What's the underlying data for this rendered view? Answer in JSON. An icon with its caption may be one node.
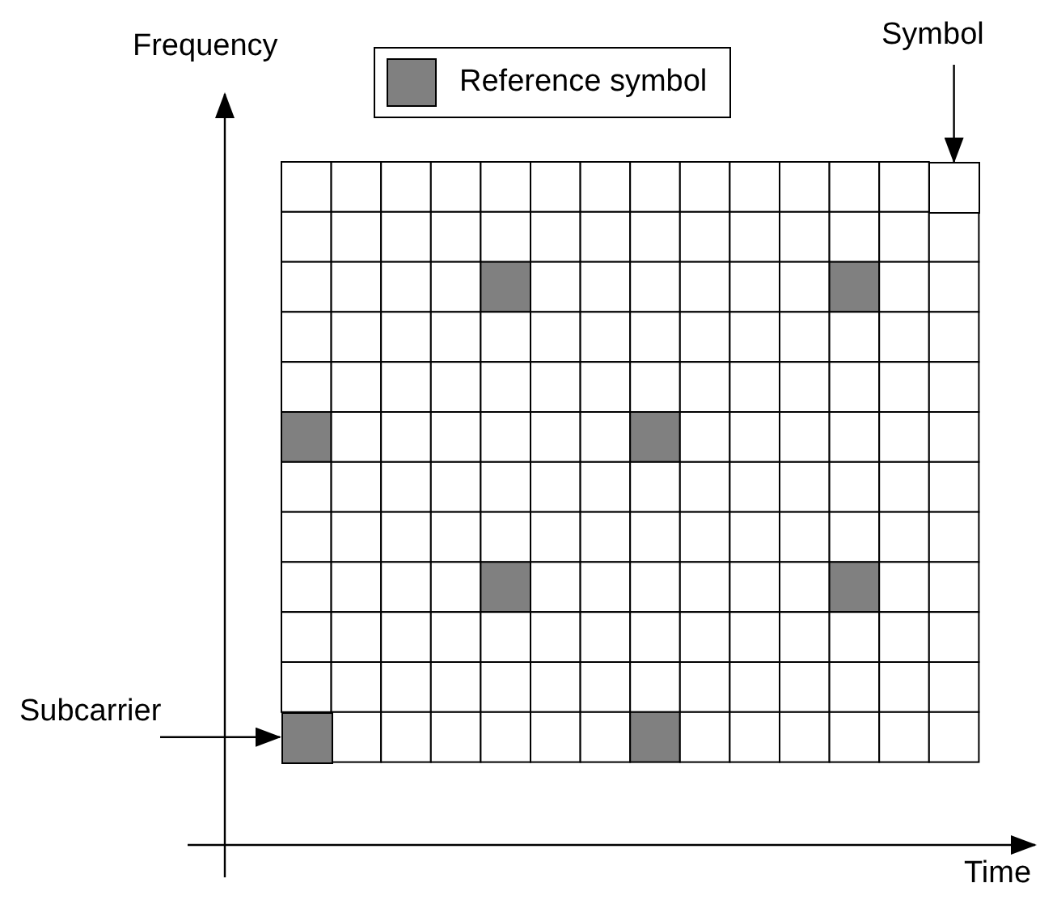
{
  "diagram": {
    "nodes": [
      {
        "text": [
          "Symbol"
        ]
      },
      {
        "text": [
          "Subcarrier"
        ]
      },
      {
        "text": [],
        "shape": "box"
      },
      {
        "text": [],
        "shape": "box"
      }
    ],
    "edges": [
      {
        "from": 0,
        "to": 2,
        "arrow": "to"
      },
      {
        "from": 1,
        "to": 3,
        "arrow": "to"
      }
    ],
    "labels": [
      "Frequency",
      "Time"
    ],
    "legend": [
      {
        "text": "Reference symbol",
        "color": "#808080"
      }
    ]
  }
}
